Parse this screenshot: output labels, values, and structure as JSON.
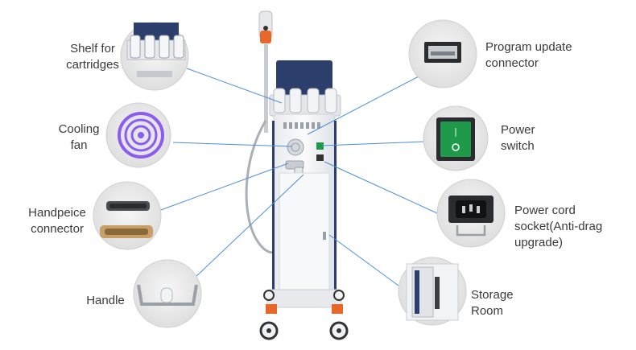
{
  "labels": {
    "shelf": {
      "line1": "Shelf for",
      "line2": "cartridges"
    },
    "cooling_fan": {
      "line1": "Cooling",
      "line2": "fan"
    },
    "handpiece_connector": {
      "line1": "Handpeice",
      "line2": "connector"
    },
    "handle": {
      "line1": "Handle"
    },
    "program_update": {
      "line1": "Program update",
      "line2": "connector"
    },
    "power_switch": {
      "line1": "Power",
      "line2": "switch"
    },
    "power_cord": {
      "line1": "Power cord",
      "line2": "socket(Anti-drag",
      "line3": "upgrade)"
    },
    "storage_room": {
      "line1": "Storage",
      "line2": "Room"
    }
  },
  "colors": {
    "leader_line": "#4a8fd8",
    "accent_orange": "#e8672b",
    "machine_body": "#f4f5f7",
    "machine_panel": "#2c3e6b",
    "switch_green": "#1f9a4b",
    "fan_glow": "#8a5cf0"
  }
}
